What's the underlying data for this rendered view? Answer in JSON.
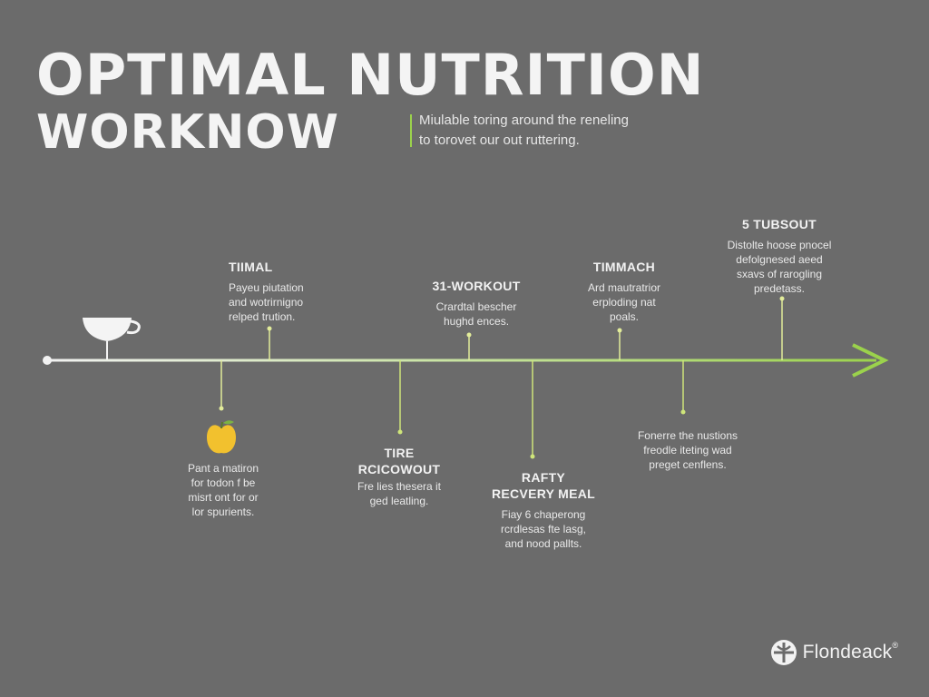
{
  "title": {
    "line1": "OPTIMAL NUTRITION",
    "line2": "WORKNOW"
  },
  "subtitle": "Miulable toring around the reneling\nto torovet our out ruttering.",
  "colors": {
    "background": "#6b6b6b",
    "timeline_start": "#f2f2f2",
    "timeline_end": "#9bd24c",
    "apple": "#f2c12e"
  },
  "icons": {
    "start": "coffee-cup-icon",
    "apple": "apple-icon",
    "end": "arrow-right-icon",
    "brand": "brand-logo-icon"
  },
  "events_above": [
    {
      "heading": "TIIMAL",
      "desc": "Payeu piutation\nand wotrirnigno\nrelped trution."
    },
    {
      "heading": "31-WORKOUT",
      "desc": "Crardtal bescher\nhughd ences."
    },
    {
      "heading": "TIMMACH",
      "desc": "Ard mautratrior\nerploding nat\npoals."
    },
    {
      "heading": "5 TUBSOUT",
      "desc": "Distolte hoose pnocel\ndefolgnesed aeed\nsxavs of rarogling\npredetass."
    }
  ],
  "events_below": [
    {
      "heading": "",
      "desc": "Pant a matiron\nfor todon f be\nmisrt ont for or\nlor spurients."
    },
    {
      "heading": "TIRE\nRCICOWOUT",
      "desc": "Fre lies thesera it\nged leatling."
    },
    {
      "heading": "RAFTY\nRECVERY MEAL",
      "desc": "Fiay 6 chaperong\nrcrdlesas fte lasg,\nand nood pallts."
    },
    {
      "heading": "",
      "desc": "Fonerre the nustions\nfreodle iteting wad\npreget cenflens."
    }
  ],
  "brand": {
    "name": "Flondeack",
    "mark": "®"
  }
}
